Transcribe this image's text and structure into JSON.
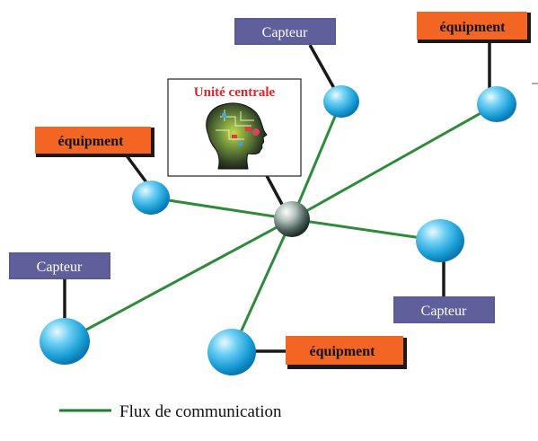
{
  "central_unit": {
    "label": "Unité centrale",
    "label_color": "#d9262c",
    "icon": "head-circuit-icon"
  },
  "nodes": [
    {
      "id": "node-top-center",
      "kind": "sensor",
      "label": "Capteur"
    },
    {
      "id": "node-top-right",
      "kind": "equipment",
      "label": "équipment"
    },
    {
      "id": "node-left-upper",
      "kind": "equipment",
      "label": "équipment"
    },
    {
      "id": "node-left-lower",
      "kind": "sensor",
      "label": "Capteur"
    },
    {
      "id": "node-bottom",
      "kind": "equipment",
      "label": "équipment"
    },
    {
      "id": "node-right",
      "kind": "sensor",
      "label": "Capteur"
    }
  ],
  "legend": {
    "label": "Flux de communication",
    "line_color": "#1a7f2e"
  },
  "colors": {
    "sensor_fill": "#5a5a94",
    "sensor_text": "#ffffff",
    "equipment_fill": "#f26522",
    "equipment_text": "#111111",
    "link_color": "#2e8b3a",
    "connector_color": "#1a1a1a",
    "node_color": "#22a6dd",
    "hub_color": "#5f6f6a"
  }
}
